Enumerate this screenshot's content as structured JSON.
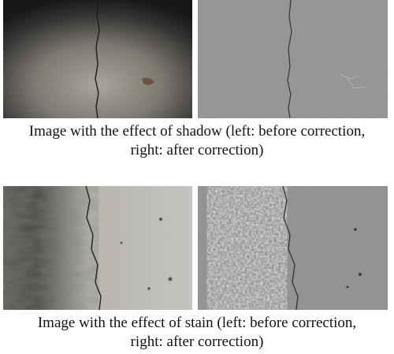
{
  "figure_a": {
    "caption_line1": "Image with the effect of shadow (left: before correction,",
    "caption_line2": "right: after correction)"
  },
  "figure_b": {
    "caption_line1": "Image with the effect of stain (left: before correction,",
    "caption_line2": "right: after correction)"
  }
}
